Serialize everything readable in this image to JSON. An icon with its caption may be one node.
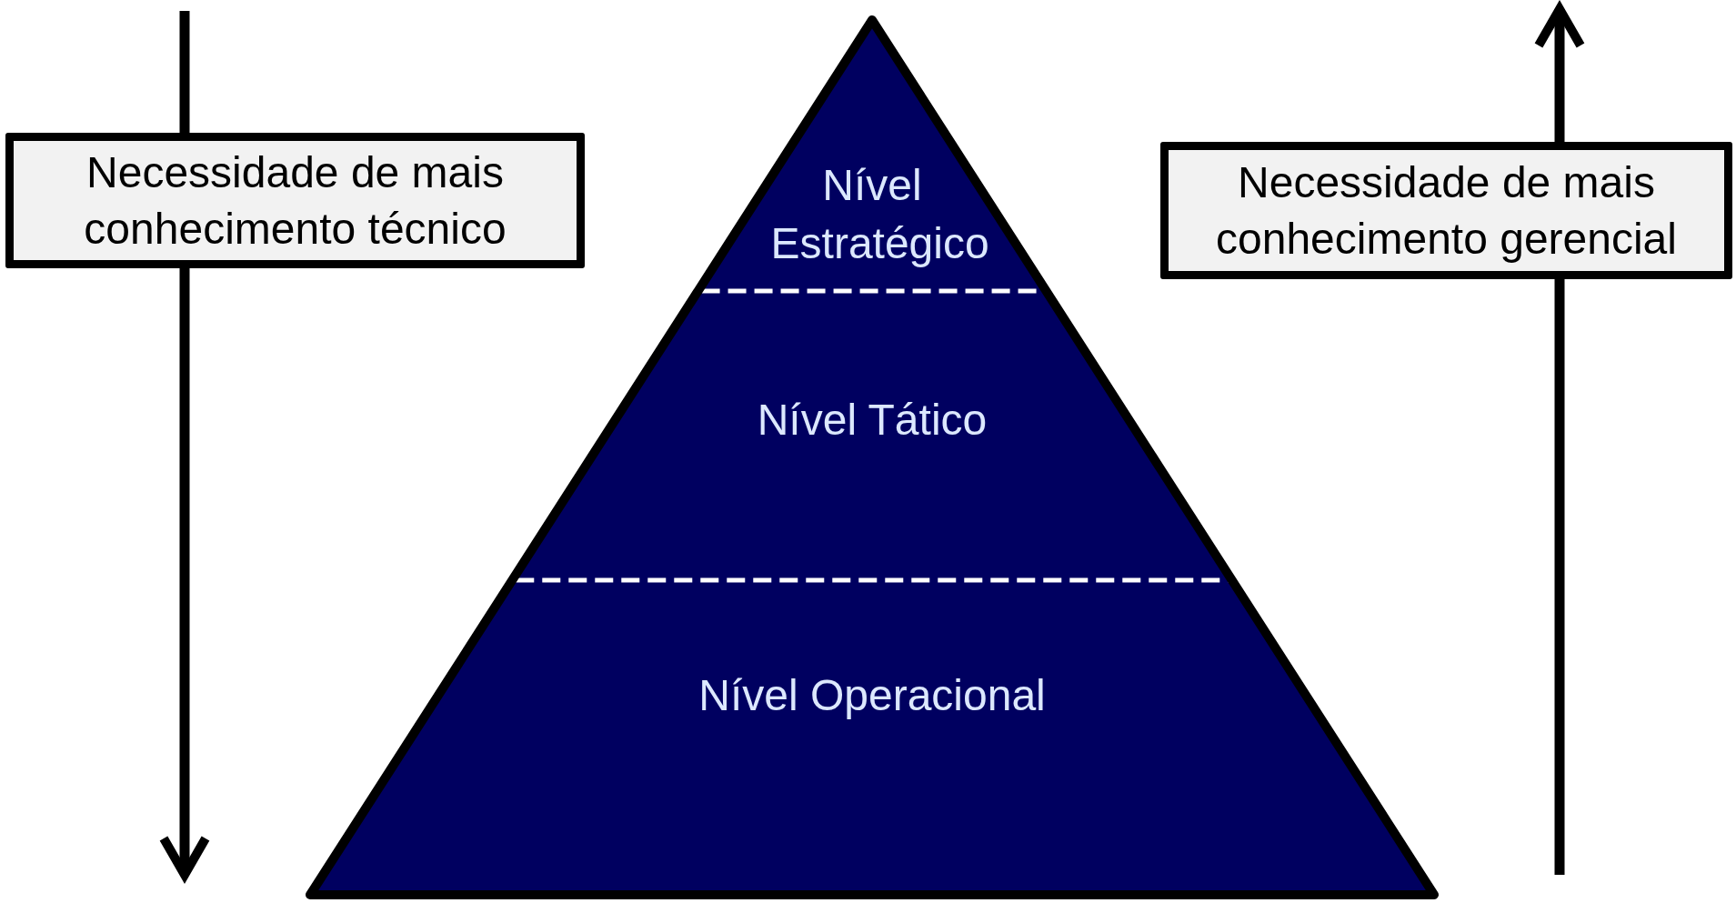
{
  "diagram": {
    "nodes": [
      {
        "text": [
          "Necessidade de mais conhecimento técnico"
        ]
      },
      {
        "text": [
          "Nível Estratégico"
        ]
      },
      {
        "text": [
          "Nível Tático"
        ]
      },
      {
        "text": [
          "Nível Operacional"
        ]
      },
      {
        "text": [
          "Necessidade de mais conhecimento gerencial"
        ]
      }
    ],
    "edges": []
  }
}
